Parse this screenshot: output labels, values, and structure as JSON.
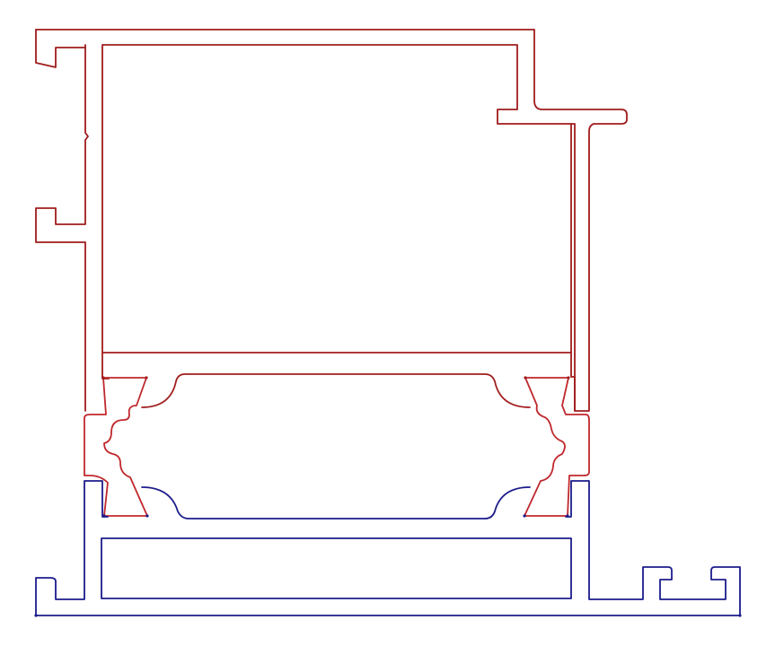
{
  "diagram": {
    "colors": {
      "upper_profile": "#a01c1c",
      "lower_profile": "#1c1c8c",
      "thermal_break_stroke": "#c0282d",
      "thermal_break_hatch": "#e87070",
      "background": "#ffffff"
    },
    "parts": [
      "upper-aluminium-profile",
      "lower-aluminium-profile",
      "left-thermal-break-strip",
      "right-thermal-break-strip"
    ]
  }
}
